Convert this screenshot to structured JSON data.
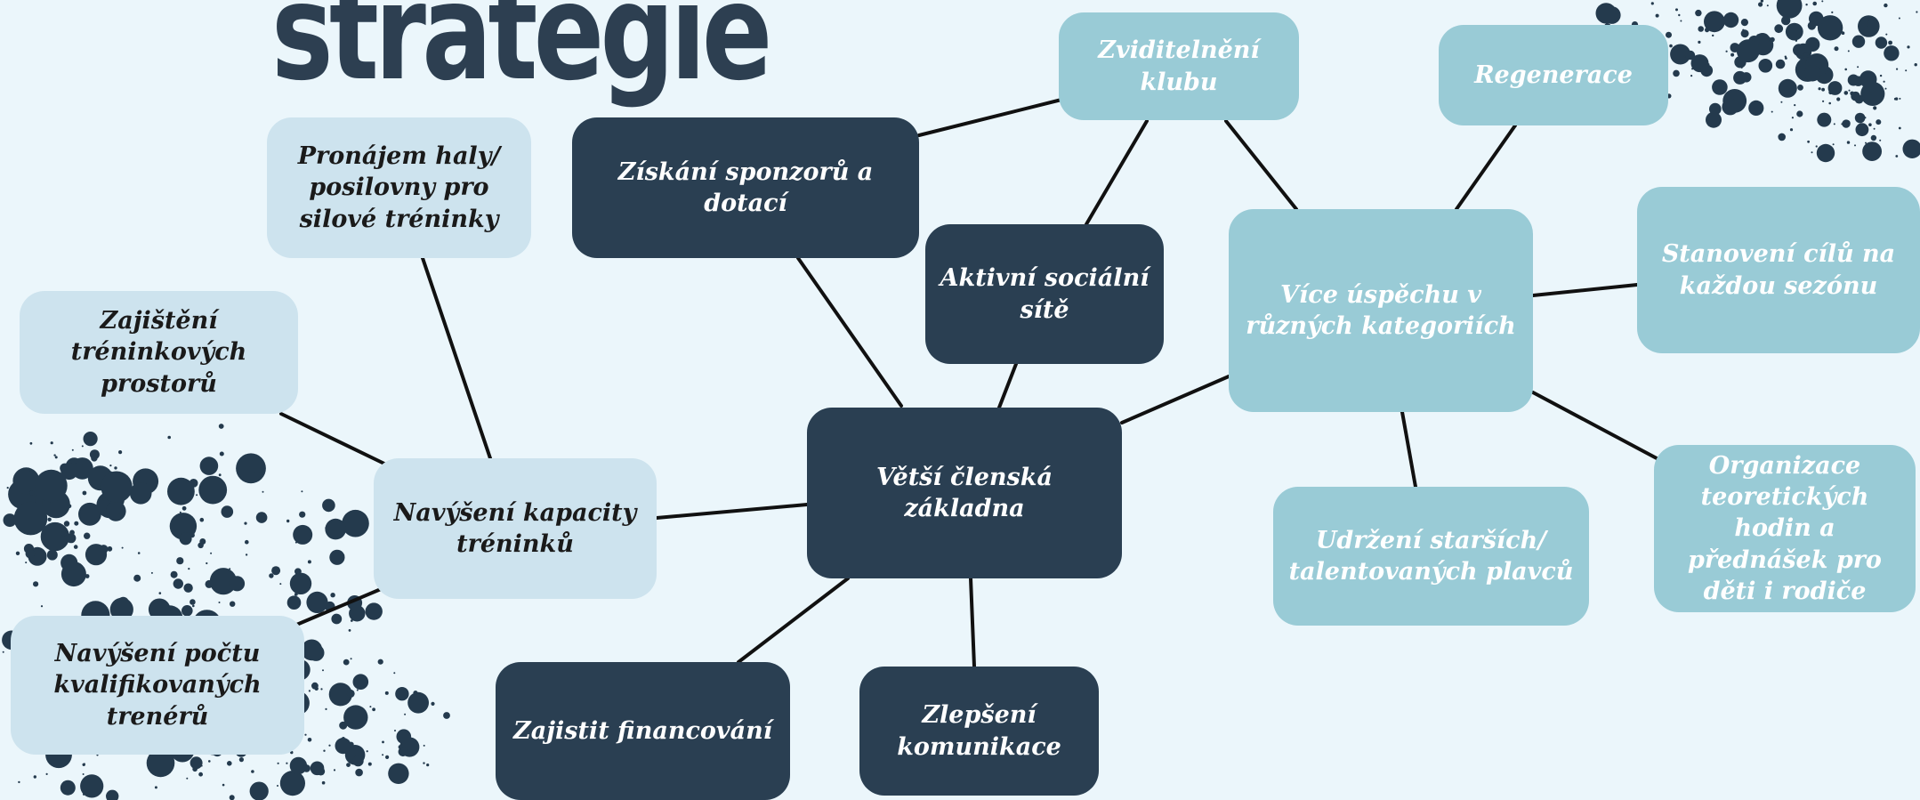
{
  "title": "strategie",
  "nodes": {
    "center": "Větší členská základna",
    "sponzori": "Získání sponzorů a dotací",
    "zviditelneni": "Zviditelnění klubu",
    "socialni": "Aktivní sociální sítě",
    "regenerace": "Regenerace",
    "uspech": "Více úspěchu v různých kategoriích",
    "cile": "Stanovení cílů na každou sezónu",
    "organizace": "Organizace teoretických hodin a přednášek pro děti i rodiče",
    "udrzeni": "Udržení starších/ talentovaných plavců",
    "komunikace": "Zlepšení komunikace",
    "financovani": "Zajistit financování",
    "kapacita": "Navýšení kapacity tréninků",
    "pronajem": "Pronájem haly/ posilovny pro silové tréninky",
    "prostory": "Zajištění tréninkových prostorů",
    "treneri": "Navýšení  počtu kvalifikovaných trenérů"
  },
  "colors": {
    "background": "#ebf6fb",
    "dark_node": "#2a3f52",
    "teal_node": "#99cbd6",
    "light_node": "#cde3ee",
    "connector": "#111111",
    "splatter": "#243a4d"
  }
}
